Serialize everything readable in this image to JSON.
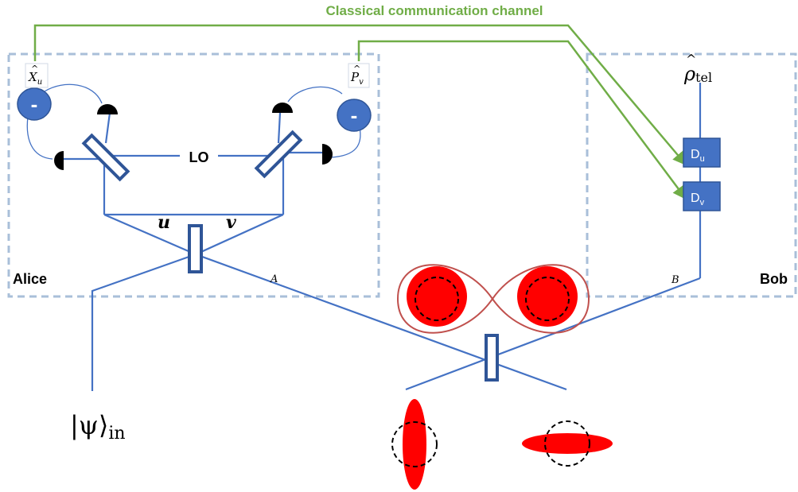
{
  "channel": {
    "label": "Classical communication channel",
    "color": "#70ad47"
  },
  "alice": {
    "label": "Alice",
    "port_label": "A",
    "x_readout": {
      "hat": "^",
      "symbol": "X",
      "sub": "u"
    },
    "p_readout": {
      "hat": "^",
      "symbol": "P",
      "sub": "v"
    },
    "minus_sign": "-",
    "lo_label": "LO",
    "mode_u": "u",
    "mode_v": "v"
  },
  "bob": {
    "label": "Bob",
    "port_label": "B",
    "output": {
      "hat": "^",
      "symbol": "ρ",
      "sub": "tel"
    },
    "displacement_u": {
      "base": "D",
      "sub": "u"
    },
    "displacement_v": {
      "base": "D",
      "sub": "v"
    }
  },
  "input_state": {
    "left": "|ψ⟩",
    "sub": "in"
  },
  "colors": {
    "beam": "#4472c4",
    "box_border": "#a9bfd9",
    "beamsplitter": "#2f5597",
    "squeezed": "#ff0000",
    "entangle_loop": "#c0504d",
    "detector": "#000000",
    "subtractor": "#4472c4"
  }
}
